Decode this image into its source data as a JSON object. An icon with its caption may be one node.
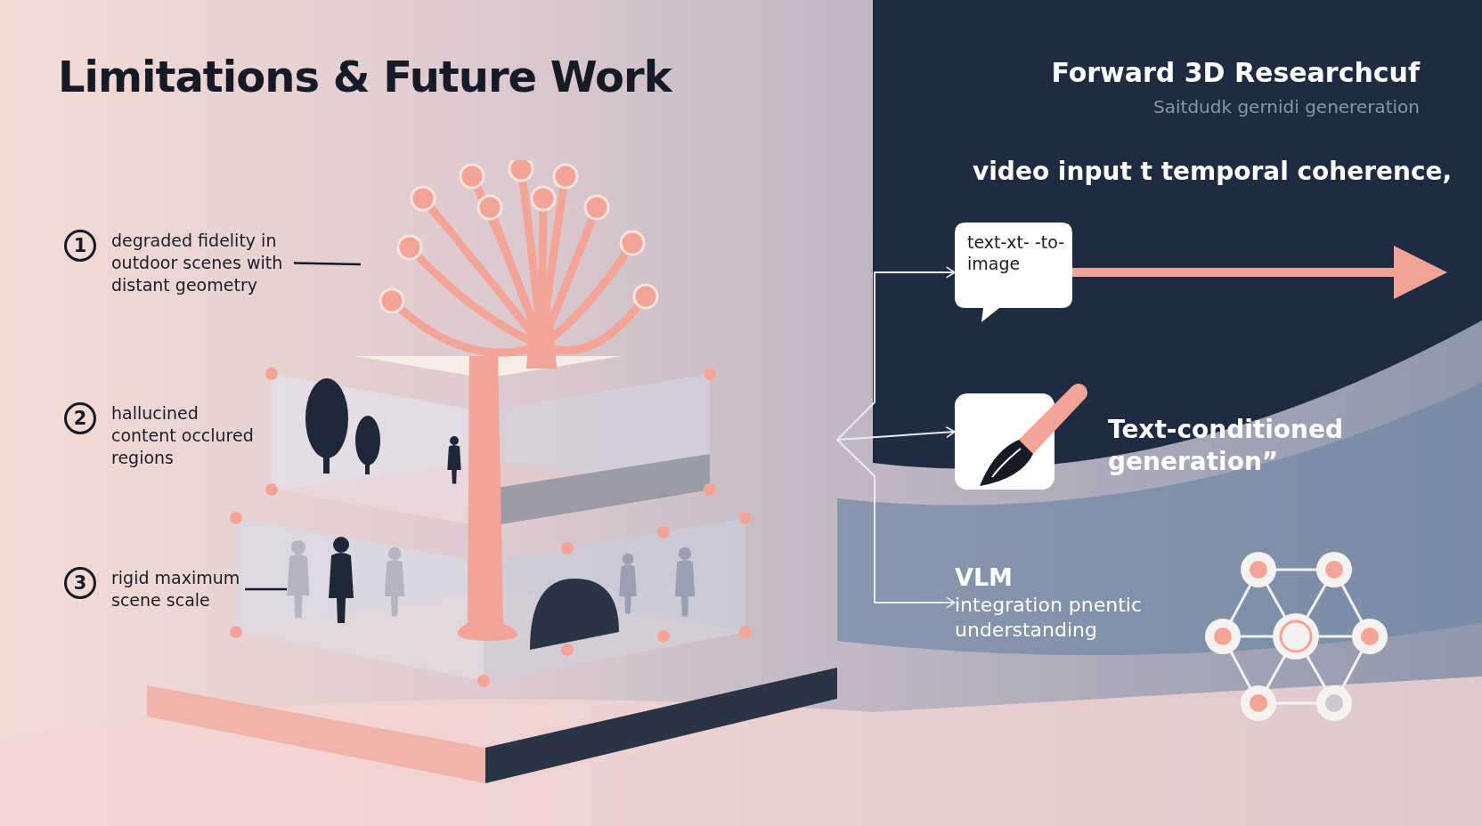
{
  "diagram": {
    "title": "Limitations & Future Work",
    "nodes": [
      {
        "text": [],
        "shape": "picture"
      },
      {
        "text": [
          "1"
        ],
        "beside": [
          "degraded fidelity in outdoor scenes with distant geometry"
        ]
      },
      {
        "text": [
          "2"
        ],
        "beside": [
          "hallucined content occlured regions"
        ]
      },
      {
        "text": [
          "3"
        ],
        "beside": [
          "rigid maximum scene scale"
        ]
      },
      {
        "text": [
          "text-xt- -to-image"
        ]
      },
      {
        "text": [],
        "shape": "picture",
        "beside": [
          "Text-conditioned generation”"
        ]
      },
      {
        "text": [
          "VLM",
          "integration pnentic understanding"
        ]
      }
    ],
    "edges": [
      {
        "from": 1,
        "to": 0,
        "arrow": "none",
        "color": "#161a26"
      },
      {
        "from": 3,
        "to": null,
        "arrow": "none",
        "color": "#161a26"
      },
      {
        "from": null,
        "to": 4,
        "arrow": "to"
      },
      {
        "from": null,
        "to": 5,
        "arrow": "to"
      },
      {
        "from": null,
        "to": 6,
        "arrow": "to"
      },
      {
        "from": 4,
        "to": null,
        "arrow": "to",
        "style": "thick",
        "color": "#f4a497"
      }
    ],
    "labels": [
      "Forward 3D Researchcuf",
      "Saitdudk gernidi genereration",
      "video input t temporal coherence,"
    ]
  }
}
